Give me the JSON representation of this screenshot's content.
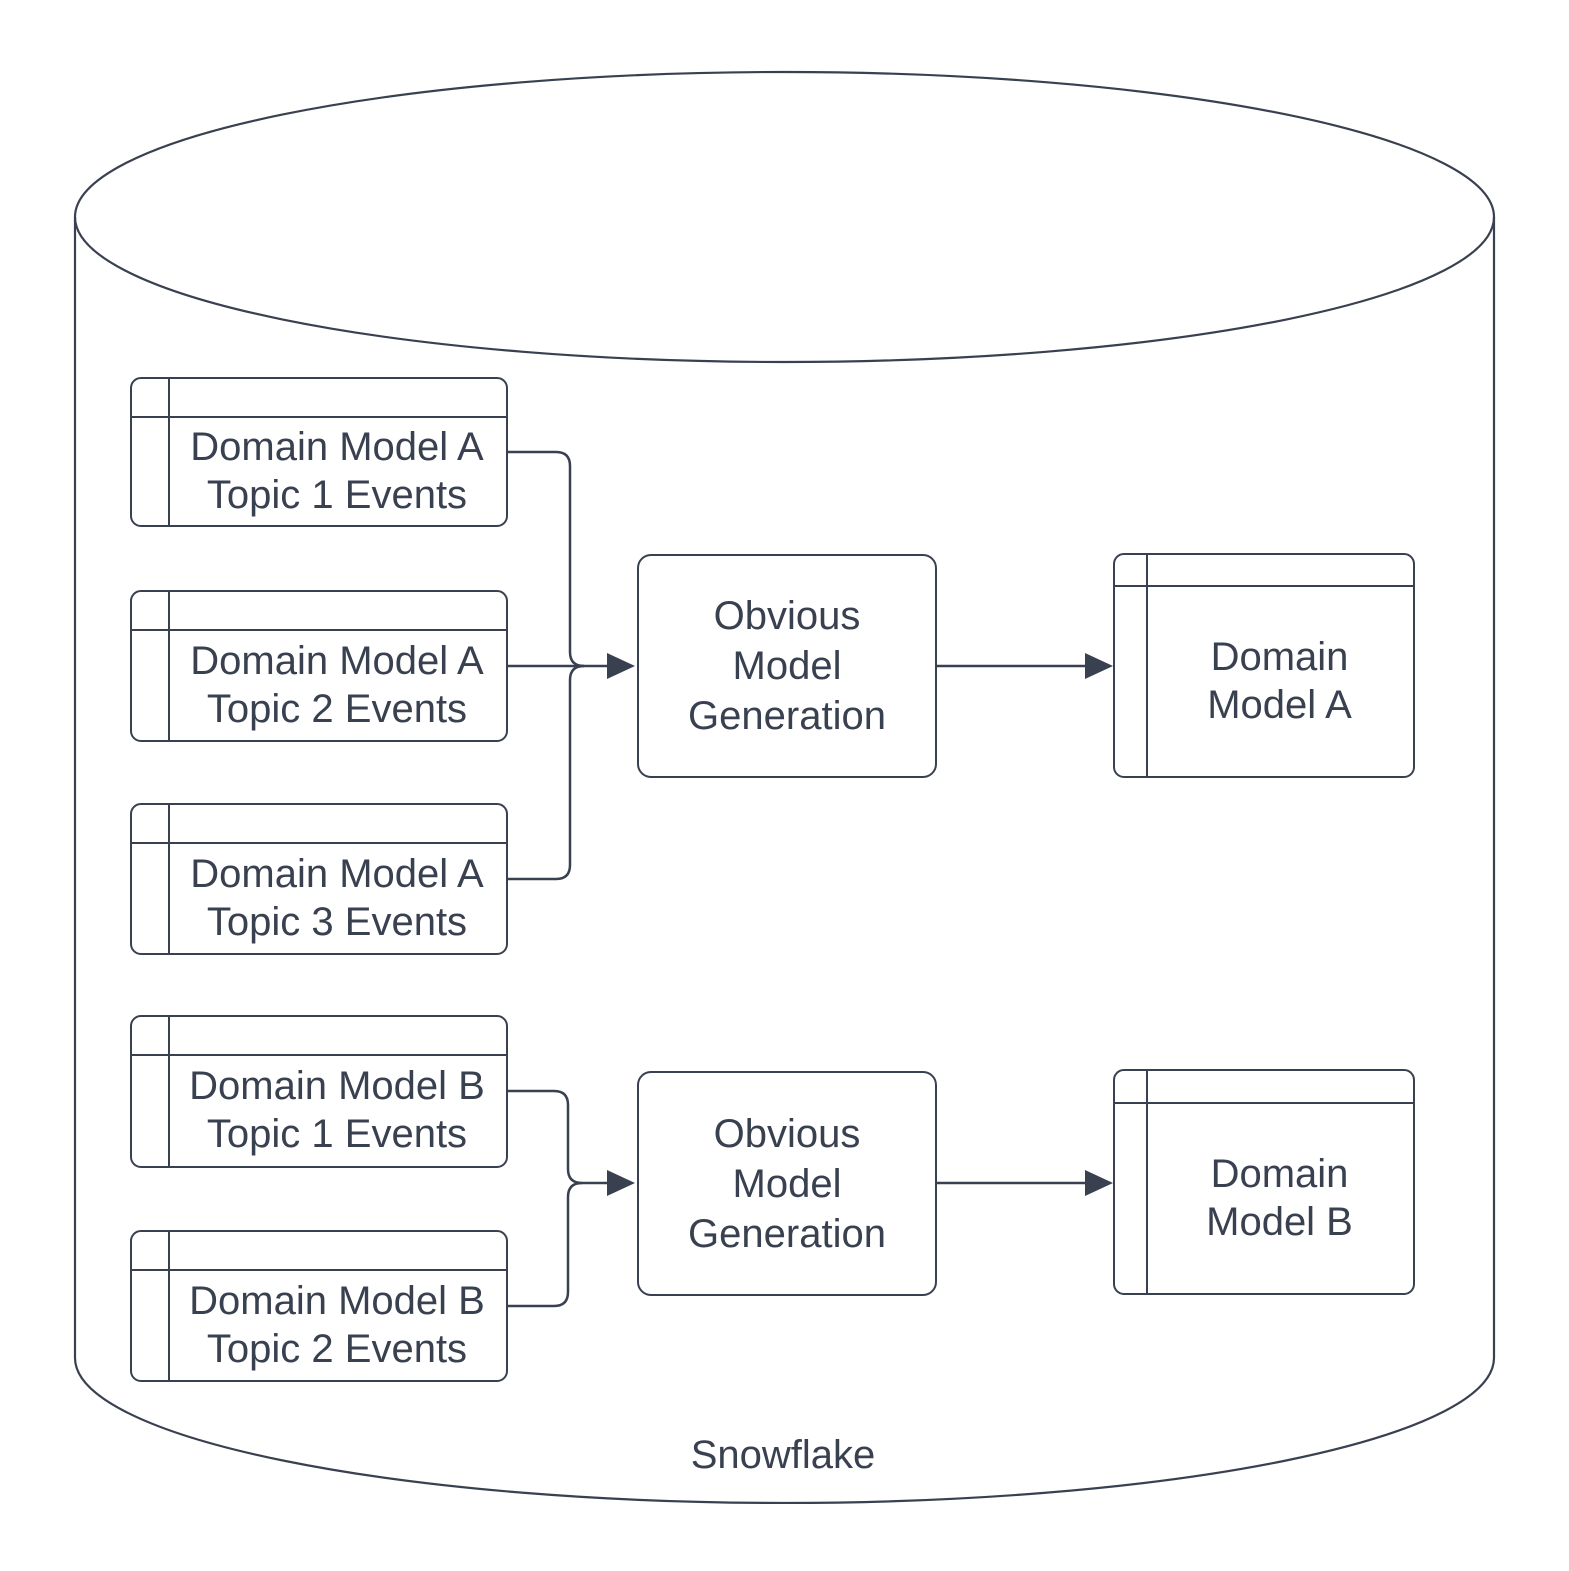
{
  "colors": {
    "stroke": "#394150",
    "canvas": "#ffffff"
  },
  "cylinder": {
    "label": "Snowflake"
  },
  "source_tables": {
    "a1": {
      "line1": "Domain Model A",
      "line2": "Topic 1 Events"
    },
    "a2": {
      "line1": "Domain Model A",
      "line2": "Topic 2 Events"
    },
    "a3": {
      "line1": "Domain Model A",
      "line2": "Topic 3 Events"
    },
    "b1": {
      "line1": "Domain Model B",
      "line2": "Topic 1 Events"
    },
    "b2": {
      "line1": "Domain Model B",
      "line2": "Topic 2 Events"
    }
  },
  "processes": {
    "gen_a": {
      "line1": "Obvious",
      "line2": "Model",
      "line3": "Generation"
    },
    "gen_b": {
      "line1": "Obvious",
      "line2": "Model",
      "line3": "Generation"
    }
  },
  "output_tables": {
    "out_a": {
      "line1": "Domain",
      "line2": "Model A"
    },
    "out_b": {
      "line1": "Domain",
      "line2": "Model B"
    }
  }
}
